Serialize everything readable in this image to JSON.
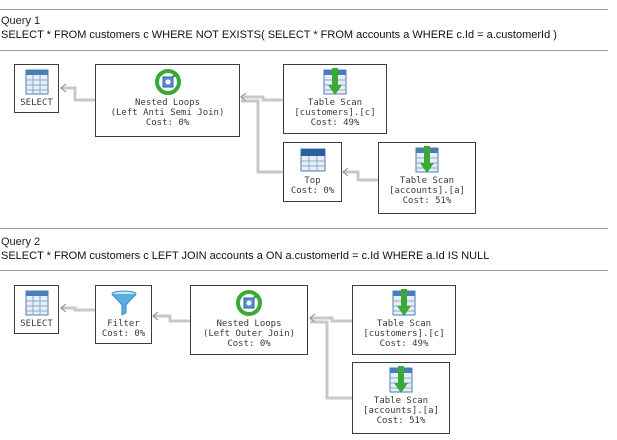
{
  "queries": [
    {
      "title": "Query 1",
      "sql": "SELECT * FROM customers c WHERE NOT EXISTS( SELECT * FROM accounts a WHERE c.Id = a.customerId )",
      "nodes": {
        "select": {
          "label": "SELECT",
          "icon": "select-icon"
        },
        "nested_loops": {
          "label": "Nested Loops",
          "sub": "(Left Anti Semi Join)",
          "cost": "Cost: 0%",
          "icon": "nested-loops-icon"
        },
        "scan_customers": {
          "label": "Table Scan",
          "sub": "[customers].[c]",
          "cost": "Cost: 49%",
          "icon": "table-scan-icon"
        },
        "top": {
          "label": "Top",
          "cost": "Cost: 0%",
          "icon": "top-icon"
        },
        "scan_accounts": {
          "label": "Table Scan",
          "sub": "[accounts].[a]",
          "cost": "Cost: 51%",
          "icon": "table-scan-icon"
        }
      }
    },
    {
      "title": "Query 2",
      "sql": "SELECT * FROM customers c LEFT JOIN accounts a ON a.customerId = c.Id WHERE a.Id IS NULL",
      "nodes": {
        "select": {
          "label": "SELECT",
          "icon": "select-icon"
        },
        "filter": {
          "label": "Filter",
          "cost": "Cost: 0%",
          "icon": "filter-icon"
        },
        "nested_loops": {
          "label": "Nested Loops",
          "sub": "(Left Outer Join)",
          "cost": "Cost: 0%",
          "icon": "nested-loops-icon"
        },
        "scan_customers": {
          "label": "Table Scan",
          "sub": "[customers].[c]",
          "cost": "Cost: 49%",
          "icon": "table-scan-icon"
        },
        "scan_accounts": {
          "label": "Table Scan",
          "sub": "[accounts].[a]",
          "cost": "Cost: 51%",
          "icon": "table-scan-icon"
        }
      }
    }
  ],
  "colors": {
    "connector": "#c8c8c8",
    "border": "#3c3c3c",
    "table_header": "#4a7fb5",
    "arrow_green": "#3aa935",
    "filter_blue": "#5aaee0"
  }
}
